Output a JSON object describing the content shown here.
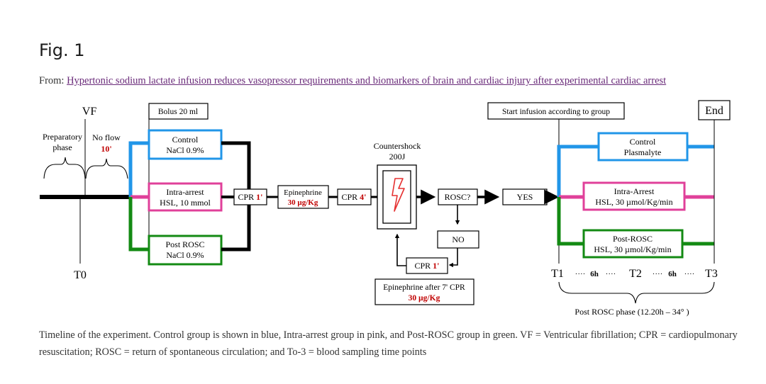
{
  "figure": {
    "title": "Fig. 1",
    "from_prefix": "From: ",
    "from_link": "Hypertonic sodium lactate infusion reduces vasopressor requirements and biomarkers of brain and cardiac injury after experimental cardiac arrest"
  },
  "diagram": {
    "vf": "VF",
    "preparatory_1": "Preparatory",
    "preparatory_2": "phase",
    "noflow": "No flow",
    "noflow_time": "10'",
    "t0": "T0",
    "bolus": "Bolus 20 ml",
    "control_1": "Control",
    "control_2": "NaCl 0.9%",
    "intra_1": "Intra-arrest",
    "intra_2": "HSL, 10 mmol",
    "postrosc_1": "Post ROSC",
    "postrosc_2": "NaCl 0.9%",
    "cpr1_label": "CPR ",
    "cpr1_time": "1'",
    "epi_1": "Epinephrine",
    "epi_dose": "30 µg/Kg",
    "cpr4_label": "CPR ",
    "cpr4_time": "4'",
    "countershock_1": "Countershock",
    "countershock_2": "200J",
    "rosc_q": "ROSC?",
    "yes": "YES",
    "no": "NO",
    "cpr_loop_label": "CPR ",
    "cpr_loop_time": "1'",
    "epi_after": "Epinephrine after 7' CPR",
    "epi_after_dose": "30 µg/Kg",
    "start_infusion": "Start infusion according to group",
    "end": "End",
    "r_control_1": "Control",
    "r_control_2": "Plasmalyte",
    "r_intra_1": "Intra-Arrest",
    "r_intra_2": "HSL, 30 µmol/Kg/min",
    "r_post_1": "Post-ROSC",
    "r_post_2": "HSL, 30 µmol/Kg/min",
    "t1": "T1",
    "t2": "T2",
    "t3": "T3",
    "six_h_a": "6h",
    "six_h_b": "6h",
    "dots": "····",
    "post_phase": "Post ROSC phase (12.20h – 34° )"
  },
  "colors": {
    "control": "#2196e8",
    "intra": "#e0409a",
    "post": "#138a13",
    "red_text": "#c00000",
    "link": "#6a2b7a"
  },
  "caption": "Timeline of the experiment. Control group is shown in blue, Intra-arrest group in pink, and Post-ROSC group in green. VF = Ventricular fibrillation; CPR = cardiopulmonary resuscitation; ROSC = return of spontaneous circulation; and To-3 = blood sampling time points"
}
